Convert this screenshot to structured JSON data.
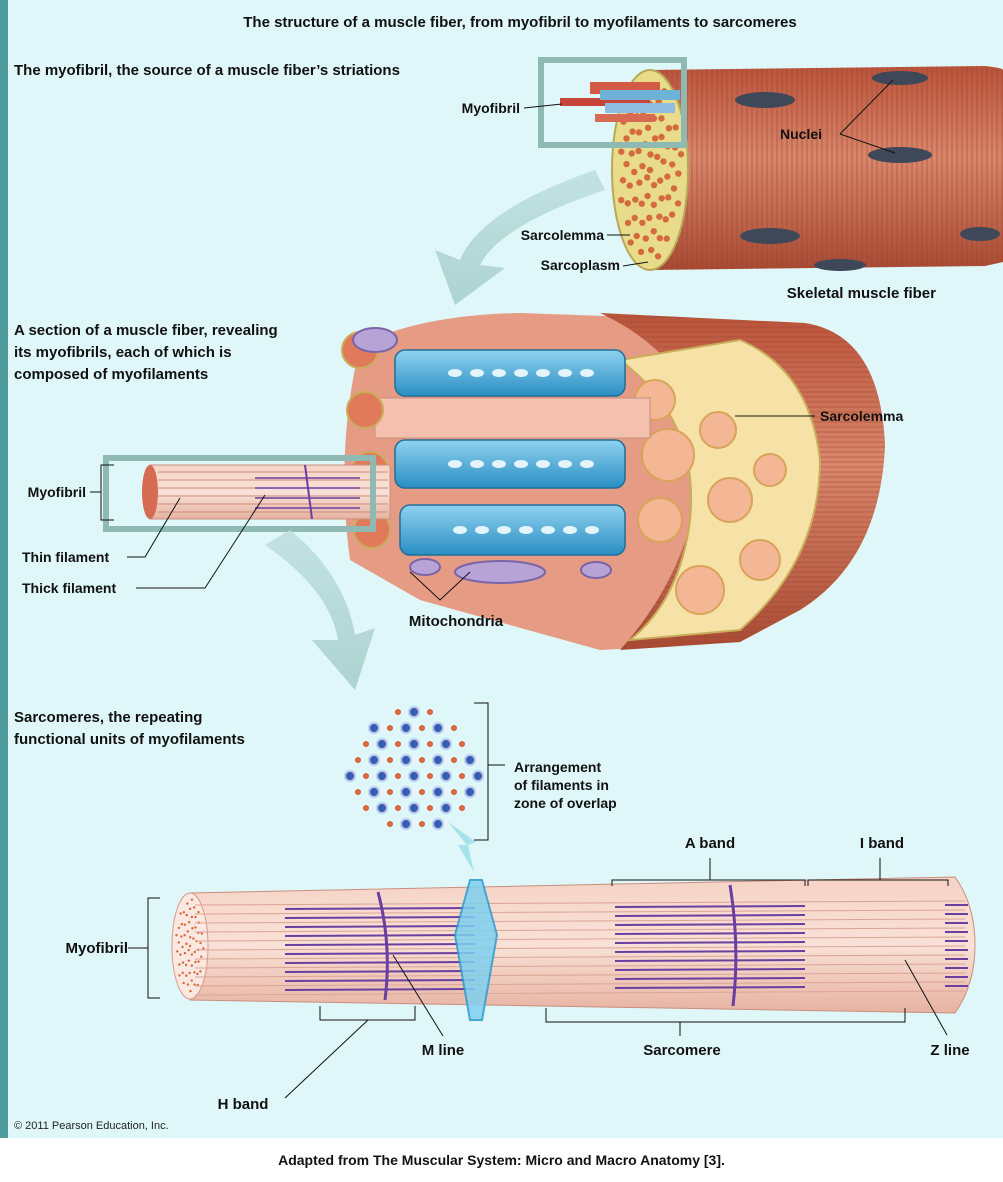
{
  "title": "The structure of a muscle fiber, from myofibril to myofilaments to sarcomeres",
  "sections": {
    "s1": "The myofibril, the source of a muscle fiber’s striations",
    "s2_lines": [
      "A section of a muscle fiber, revealing",
      "its myofibrils, each of which is",
      "composed of myofilaments"
    ],
    "s3_lines": [
      "Sarcomeres, the repeating",
      "functional units of myofilaments"
    ]
  },
  "labels": {
    "myofibril_top": "Myofibril",
    "nuclei": "Nuclei",
    "sarcolemma_top": "Sarcolemma",
    "sarcoplasm": "Sarcoplasm",
    "skeletal_muscle_fiber": "Skeletal muscle fiber",
    "sarcolemma_mid": "Sarcolemma",
    "myofibril_mid": "Myofibril",
    "thin_filament": "Thin filament",
    "thick_filament": "Thick filament",
    "mitochondria": "Mitochondria",
    "arrangement_lines": [
      "Arrangement",
      "of filaments in",
      "zone of overlap"
    ],
    "a_band": "A band",
    "i_band": "I band",
    "myofibril_bottom": "Myofibril",
    "m_line": "M line",
    "sarcomere": "Sarcomere",
    "z_line": "Z line",
    "h_band": "H band"
  },
  "copyright": "© 2011 Pearson Education, Inc.",
  "caption": "Adapted from The Muscular System: Micro and Macro Anatomy [3].",
  "colors": {
    "frame": "#4f9a9a",
    "background": "#dff7f8",
    "muscle": "#c8624a",
    "myofibril_light": "#f2c4b4",
    "thick_filament": "#6a3fa0",
    "sr_blue": "#3fa7d6",
    "thin_dot": "#d9653b",
    "thick_dot": "#3b5fb0"
  }
}
